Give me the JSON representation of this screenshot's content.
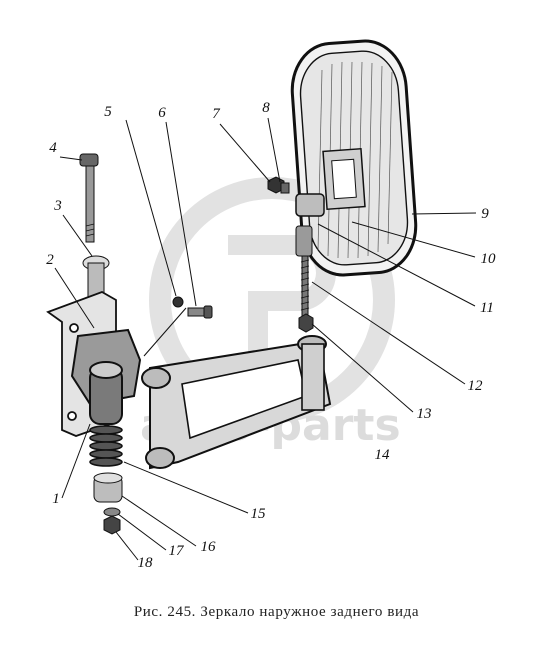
{
  "caption": "Рис. 245. Зеркало наружное заднего вида",
  "watermark": {
    "text": "auto-parts"
  },
  "colors": {
    "ink": "#111111",
    "watermark": "#dcdcdc",
    "paper": "#ffffff"
  },
  "callouts": [
    {
      "id": "1",
      "label": "1"
    },
    {
      "id": "2",
      "label": "2"
    },
    {
      "id": "3",
      "label": "3"
    },
    {
      "id": "4",
      "label": "4"
    },
    {
      "id": "5",
      "label": "5"
    },
    {
      "id": "6",
      "label": "6"
    },
    {
      "id": "7",
      "label": "7"
    },
    {
      "id": "8",
      "label": "8"
    },
    {
      "id": "9",
      "label": "9"
    },
    {
      "id": "10",
      "label": "10"
    },
    {
      "id": "11",
      "label": "11"
    },
    {
      "id": "12",
      "label": "12"
    },
    {
      "id": "13",
      "label": "13"
    },
    {
      "id": "14",
      "label": "14"
    },
    {
      "id": "15",
      "label": "15"
    },
    {
      "id": "16",
      "label": "16"
    },
    {
      "id": "17",
      "label": "17"
    },
    {
      "id": "18",
      "label": "18"
    }
  ]
}
